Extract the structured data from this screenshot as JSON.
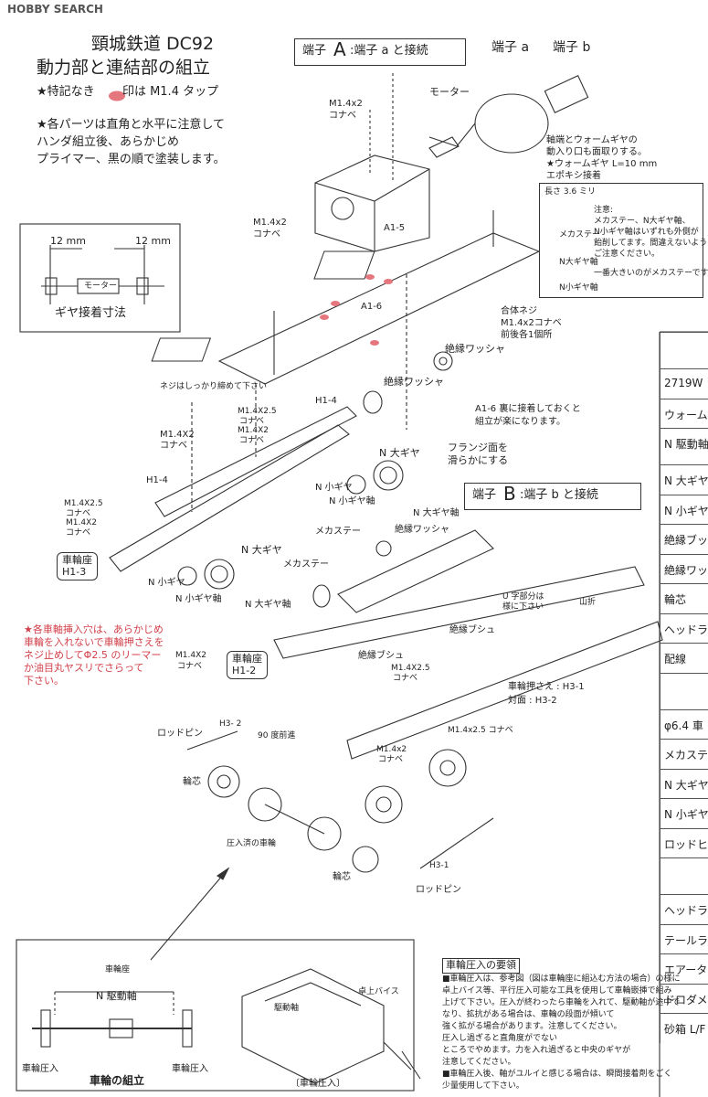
{
  "watermark": {
    "brand": "HOBBY SEARCH"
  },
  "title": {
    "line1": "頸城鉄道 DC92",
    "line2": "動力部と連結部の組立"
  },
  "notes": {
    "tap": "★特記なき",
    "tap2": "印は M1.4 タップ",
    "paint1": "★各パーツは直角と水平に注意して",
    "paint2": "ハンダ組立後、あらかじめ",
    "paint3": "プライマー、黒の順で塗装します。"
  },
  "terminal_a": {
    "label": "端子",
    "letter": "A",
    "text": ":端子 a と接続"
  },
  "terminal_b": {
    "label": "端子",
    "letter": "B",
    "text": ":端子 b と接続"
  },
  "motor": {
    "label": "モーター",
    "term_a": "端子 a",
    "term_b": "端子 b",
    "note1": "軸端とウォームギヤの",
    "note2": "動入り口も面取りする。",
    "note3": "★ウォームギヤ L=10 mm",
    "note4": "エポキシ接着"
  },
  "gear_dim": {
    "left": "12 mm",
    "right": "12 mm",
    "motor": "モーター",
    "caption": "ギヤ接着寸法"
  },
  "caution": {
    "head": "注意:",
    "l1": "メカステー、N大ギヤ軸、",
    "l2": "N小ギヤ軸はいずれも外側が",
    "l3": "飴削してます。間違えないように",
    "l4": "ご注意ください。",
    "l5": "一番大きいのがメカステーです。",
    "len": "長さ 3.6 ミリ",
    "m": "メカステー",
    "n_big": "N大ギヤ軸",
    "n_small": "N小ギヤ軸"
  },
  "labels": {
    "m14x2_a": "M1.4x2",
    "konabe_a": "コナベ",
    "m14x2_b": "M1.4x2",
    "konabe_b": "コナベ",
    "a15": "A1-5",
    "a16": "A1-6",
    "gotai": "合体ネジ",
    "gotai2": "M1.4x2コナベ",
    "gotai3": "前後各1個所",
    "washer1": "絶縁ワッシャ",
    "washer2": "絶縁ワッシャ",
    "a16note1": "A1-6 裏に接着しておくと",
    "a16note2": "組立が楽になります。",
    "screw_note": "ネジはしっかり締めて下さい",
    "h14a": "H1-4",
    "h14b": "H1-4",
    "m25a": "M1.4X2.5",
    "konabe_c": "コナベ",
    "m142a": "M1.4X2",
    "konabe_d": "コナベ",
    "m142b": "M1.4X2",
    "konabe_e": "コナベ",
    "m25b": "M1.4X2.5",
    "konabe_f": "コナベ",
    "m142c": "M1.4X2",
    "konabe_g": "コナベ",
    "n_big_gear": "N 大ギヤ",
    "n_small_gear": "N 小ギヤ",
    "n_small_shaft": "N 小ギヤ軸",
    "flange1": "フランジ面を",
    "flange2": "滑らかにする",
    "n_big_shaft": "N 大ギヤ軸",
    "mecha1": "メカステー",
    "washer3": "絶縁ワッシャ",
    "n_big_gear2": "N 大ギヤ",
    "mecha2": "メカステー",
    "n_small_gear2": "N 小ギヤ",
    "n_small_shaft2": "N 小ギヤ軸",
    "n_big_shaft2": "N 大ギヤ軸",
    "wheel_seat_a1": "車輪座",
    "wheel_seat_a2": "H1-3",
    "wheel_seat_b1": "車輪座",
    "wheel_seat_b2": "H1-2",
    "m142d": "M1.4X2",
    "konabe_h": "コナベ",
    "u_groove1": "U 字部分は",
    "u_groove2": "様に下さい",
    "yamaori": "山折",
    "bush1": "絶縁ブシュ",
    "bush2": "絶縁ブシュ",
    "m25c": "M1.4X2.5",
    "konabe_i": "コナベ",
    "wheel_press1": "車輪押さえ : H3-1",
    "wheel_press2": "対面 : H3-2",
    "rodpin1": "ロッドピン",
    "h32": "H3- 2",
    "advance": "90 度前進",
    "m142e": "M1.4x2",
    "konabe_j": "コナベ",
    "m25d": "M1.4x2.5 コナベ",
    "wheel_core1": "輪芯",
    "pressed_wheel": "圧入済の車輪",
    "wheel_core2": "輪芯",
    "h31": "H3-1",
    "rodpin2": "ロッドピン",
    "red1": "★各車軸挿入穴は、あらかじめ",
    "red2": "車輪を入れないで車輪押さえを",
    "red3": "ネジ止めしてΦ2.5 のリーマー",
    "red4": "か油目丸ヤスリでさらって",
    "red5": "下さい。"
  },
  "bottom": {
    "seat": "車輪座",
    "axle": "N 駆動軸",
    "press_l": "車輪圧入",
    "press_r": "車輪圧入",
    "caption": "車輪の組立",
    "proc_title": "車輪圧入の要領",
    "p1": "■車輪圧入は、参考図（図は車輪座に組込む方法の場合）の様に",
    "p2": "卓上バイス等、平行圧入可能な工具を使用して車輪嵌挿で組み",
    "p3": "上げて下さい。圧入が終わったら車輪を入れて、駆動軸が途中で",
    "p4": "なり、拡抗がある場合は、車輪の段面が傾いて",
    "p5": "強く拡がる場合があります。注意してください。",
    "p6": "圧入し過ぎると直角度がでない",
    "p7": "ところでやめます。力を入れ過ぎると中央のギヤが",
    "p8": "注意してください。",
    "p9": "■車輪圧入後、軸がユルイと感じる場合は、瞬間接着剤をごく",
    "p10": "少量使用して下さい。",
    "vise": "卓上バイス",
    "drive": "駆動軸",
    "press_cap": "〔車輪圧入〕"
  },
  "parts_table": [
    "",
    "2719W",
    "ウォーム",
    "N 駆動軸",
    "N 大ギヤ",
    "N 小ギヤ",
    "絶縁ブッ",
    "絶縁ワッ",
    "輪芯",
    "ヘッドラ",
    "配線",
    "",
    "φ6.4 車",
    "メカステ",
    "N 大ギヤ",
    "N 小ギヤ",
    "ロッドヒ",
    "",
    "ヘッドラ",
    "テールラ",
    "エアータ",
    "ドロダメ",
    "砂箱 L/F"
  ]
}
